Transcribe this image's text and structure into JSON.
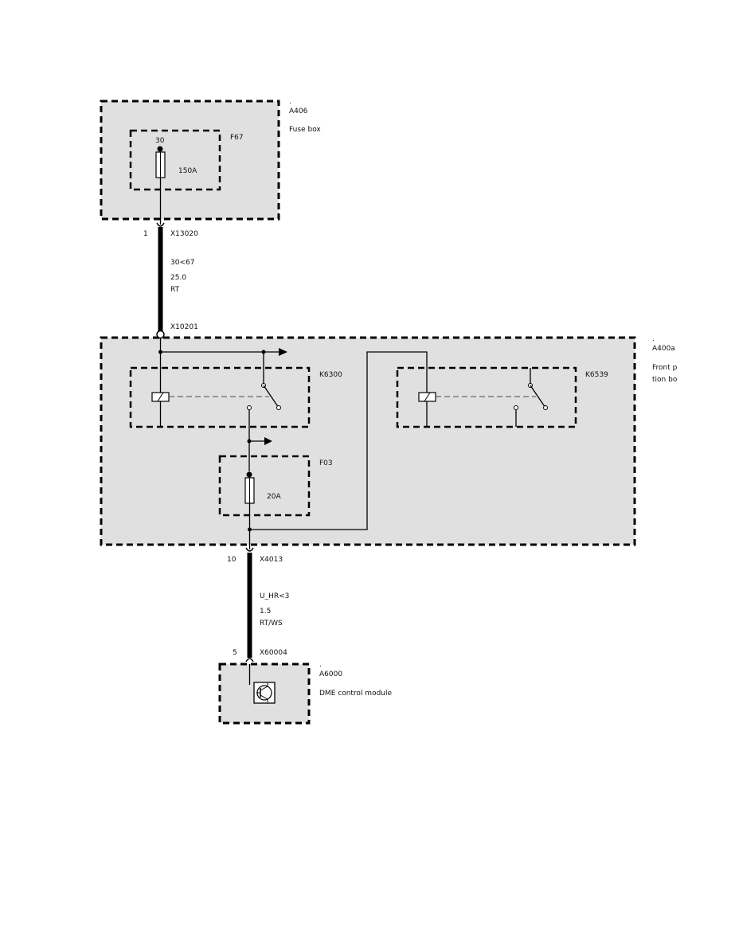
{
  "colors": {
    "module_fill": "#e0e0e0",
    "line": "#000000",
    "background": "#ffffff"
  },
  "icons": {
    "control_module": "transistor-symbol-icon"
  },
  "components": {
    "a406": {
      "mark": ".",
      "id": "A406",
      "name": "Fuse box"
    },
    "f67": {
      "id": "F67",
      "terminal": "30",
      "rating": "150A"
    },
    "a400a": {
      "mark": ".",
      "id": "A400a",
      "name_line1": "Front p",
      "name_line2": "tion bo"
    },
    "k6300": {
      "id": "K6300"
    },
    "k6539": {
      "id": "K6539"
    },
    "f03": {
      "id": "F03",
      "rating": "20A"
    },
    "a6000": {
      "mark": ".",
      "id": "A6000",
      "name": "DME control module"
    }
  },
  "connectors": {
    "x13020": {
      "id": "X13020",
      "pin": "1"
    },
    "x10201": {
      "id": "X10201"
    },
    "x4013": {
      "id": "X4013",
      "pin": "10"
    },
    "x60004": {
      "id": "X60004",
      "pin": "5"
    }
  },
  "wires": {
    "w1": {
      "signal": "30<67",
      "size": "25.0",
      "color": "RT"
    },
    "w2": {
      "signal": "U_HR<3",
      "size": "1.5",
      "color": "RT/WS"
    }
  }
}
